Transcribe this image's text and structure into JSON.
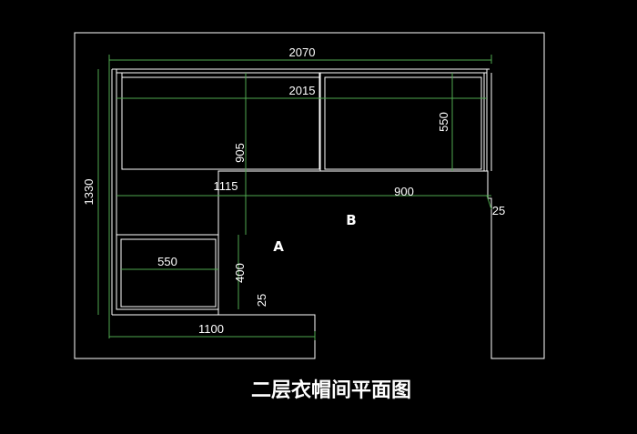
{
  "drawing": {
    "title": "二层衣帽间平面图",
    "colors": {
      "background": "#000000",
      "wall": "#ffffff",
      "dimension": "#4fa84f",
      "text": "#ffffff"
    },
    "dimensions": {
      "overall_width": "2070",
      "inner_width": "2015",
      "overall_depth": "1330",
      "left_upper_depth": "905",
      "cabinet_depth": "550",
      "left_span": "1115",
      "right_span": "900",
      "gap": "25",
      "lower_cabinet_width": "550",
      "lower_cabinet_depth": "400",
      "lower_gap": "25",
      "bottom_width": "1100"
    },
    "zones": {
      "a": "A",
      "b": "B"
    }
  }
}
